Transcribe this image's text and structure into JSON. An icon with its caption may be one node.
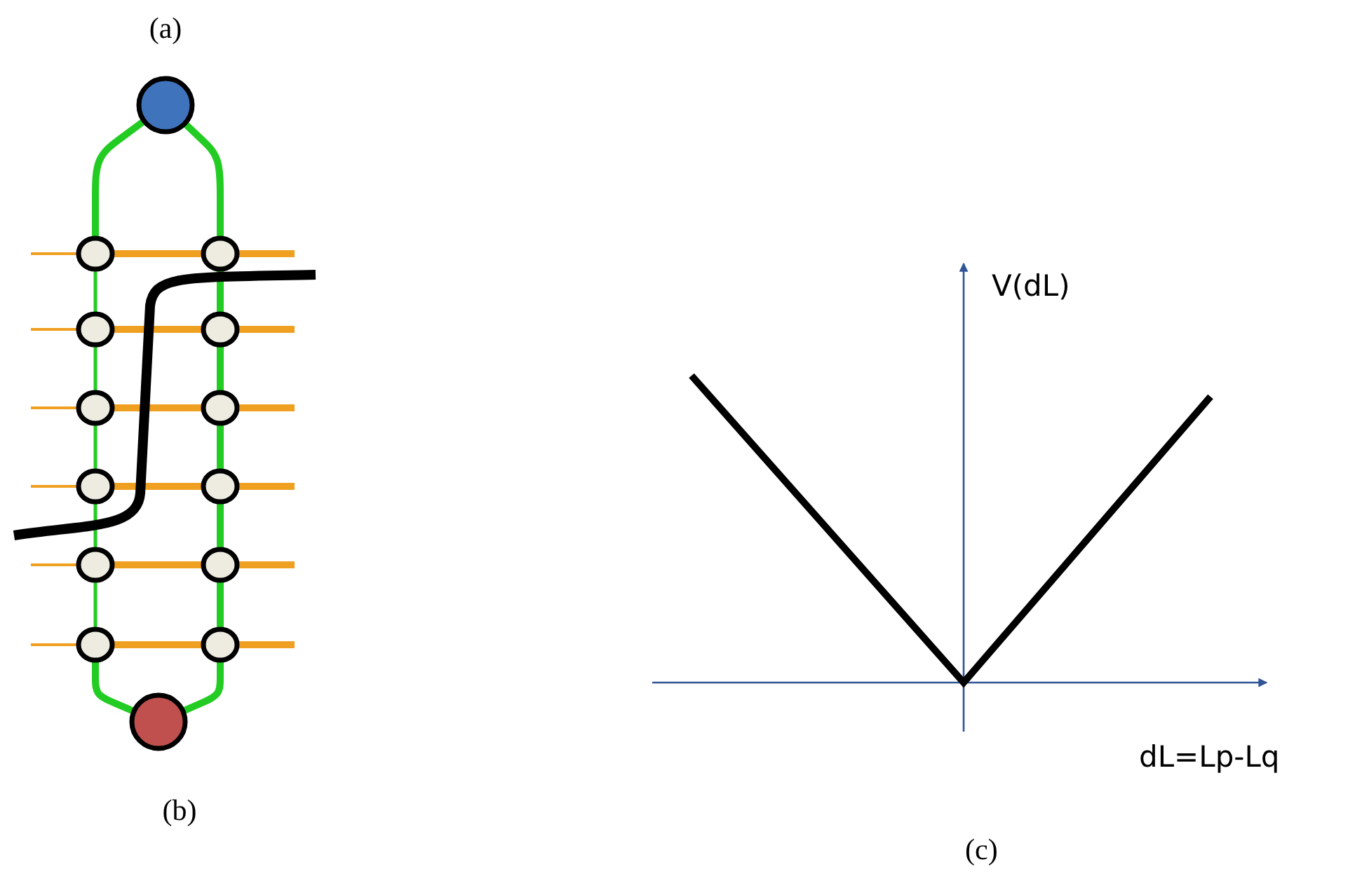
{
  "diagram": {
    "nodes": [
      {
        "text": [],
        "shape": "circle",
        "beside": [
          "(a)"
        ]
      },
      {
        "text": [],
        "shape": "circle"
      },
      {
        "text": [],
        "shape": "circle"
      },
      {
        "text": [],
        "shape": "circle"
      },
      {
        "text": [],
        "shape": "circle"
      },
      {
        "text": [],
        "shape": "circle"
      },
      {
        "text": [],
        "shape": "circle"
      },
      {
        "text": [],
        "shape": "circle"
      },
      {
        "text": [],
        "shape": "circle"
      },
      {
        "text": [],
        "shape": "circle"
      },
      {
        "text": [],
        "shape": "circle"
      },
      {
        "text": [],
        "shape": "circle"
      },
      {
        "text": [],
        "shape": "circle"
      },
      {
        "text": [],
        "shape": "circle",
        "beside": [
          "(b)"
        ]
      }
    ],
    "edges": [
      {
        "from": 0,
        "to": 1,
        "arrow": "none",
        "color": "#22cc22"
      },
      {
        "from": 0,
        "to": 2,
        "arrow": "none",
        "color": "#22cc22"
      },
      {
        "from": 1,
        "to": 3,
        "arrow": "none",
        "color": "#22cc22"
      },
      {
        "from": 3,
        "to": 5,
        "arrow": "none",
        "color": "#22cc22"
      },
      {
        "from": 5,
        "to": 7,
        "arrow": "none",
        "color": "#22cc22"
      },
      {
        "from": 7,
        "to": 9,
        "arrow": "none",
        "color": "#22cc22"
      },
      {
        "from": 9,
        "to": 11,
        "arrow": "none",
        "color": "#22cc22"
      },
      {
        "from": 2,
        "to": 4,
        "arrow": "none",
        "color": "#22cc22"
      },
      {
        "from": 4,
        "to": 6,
        "arrow": "none",
        "color": "#22cc22"
      },
      {
        "from": 6,
        "to": 8,
        "arrow": "none",
        "color": "#22cc22"
      },
      {
        "from": 8,
        "to": 10,
        "arrow": "none",
        "color": "#22cc22"
      },
      {
        "from": 10,
        "to": 12,
        "arrow": "none",
        "color": "#22cc22"
      },
      {
        "from": 11,
        "to": 13,
        "arrow": "none",
        "color": "#22cc22"
      },
      {
        "from": 12,
        "to": 13,
        "arrow": "none",
        "color": "#22cc22"
      },
      {
        "from": 1,
        "to": 2,
        "arrow": "none"
      },
      {
        "from": 3,
        "to": 4,
        "arrow": "none"
      },
      {
        "from": 5,
        "to": 6,
        "arrow": "none"
      },
      {
        "from": 7,
        "to": 8,
        "arrow": "none"
      },
      {
        "from": 9,
        "to": 10,
        "arrow": "none"
      },
      {
        "from": 11,
        "to": 12,
        "arrow": "none"
      },
      {
        "from": null,
        "to": 1,
        "arrow": "none"
      },
      {
        "from": null,
        "to": 3,
        "arrow": "none"
      },
      {
        "from": null,
        "to": 5,
        "arrow": "none"
      },
      {
        "from": null,
        "to": 7,
        "arrow": "none"
      },
      {
        "from": null,
        "to": 9,
        "arrow": "none"
      },
      {
        "from": null,
        "to": 11,
        "arrow": "none"
      },
      {
        "from": 2,
        "to": null,
        "arrow": "none"
      },
      {
        "from": 4,
        "to": null,
        "arrow": "none"
      },
      {
        "from": 6,
        "to": null,
        "arrow": "none"
      },
      {
        "from": 8,
        "to": null,
        "arrow": "none"
      },
      {
        "from": 10,
        "to": null,
        "arrow": "none"
      },
      {
        "from": 12,
        "to": null,
        "arrow": "none"
      }
    ],
    "labels": [
      "V(dL)",
      "dL=Lp-Lq",
      "(c)"
    ]
  }
}
